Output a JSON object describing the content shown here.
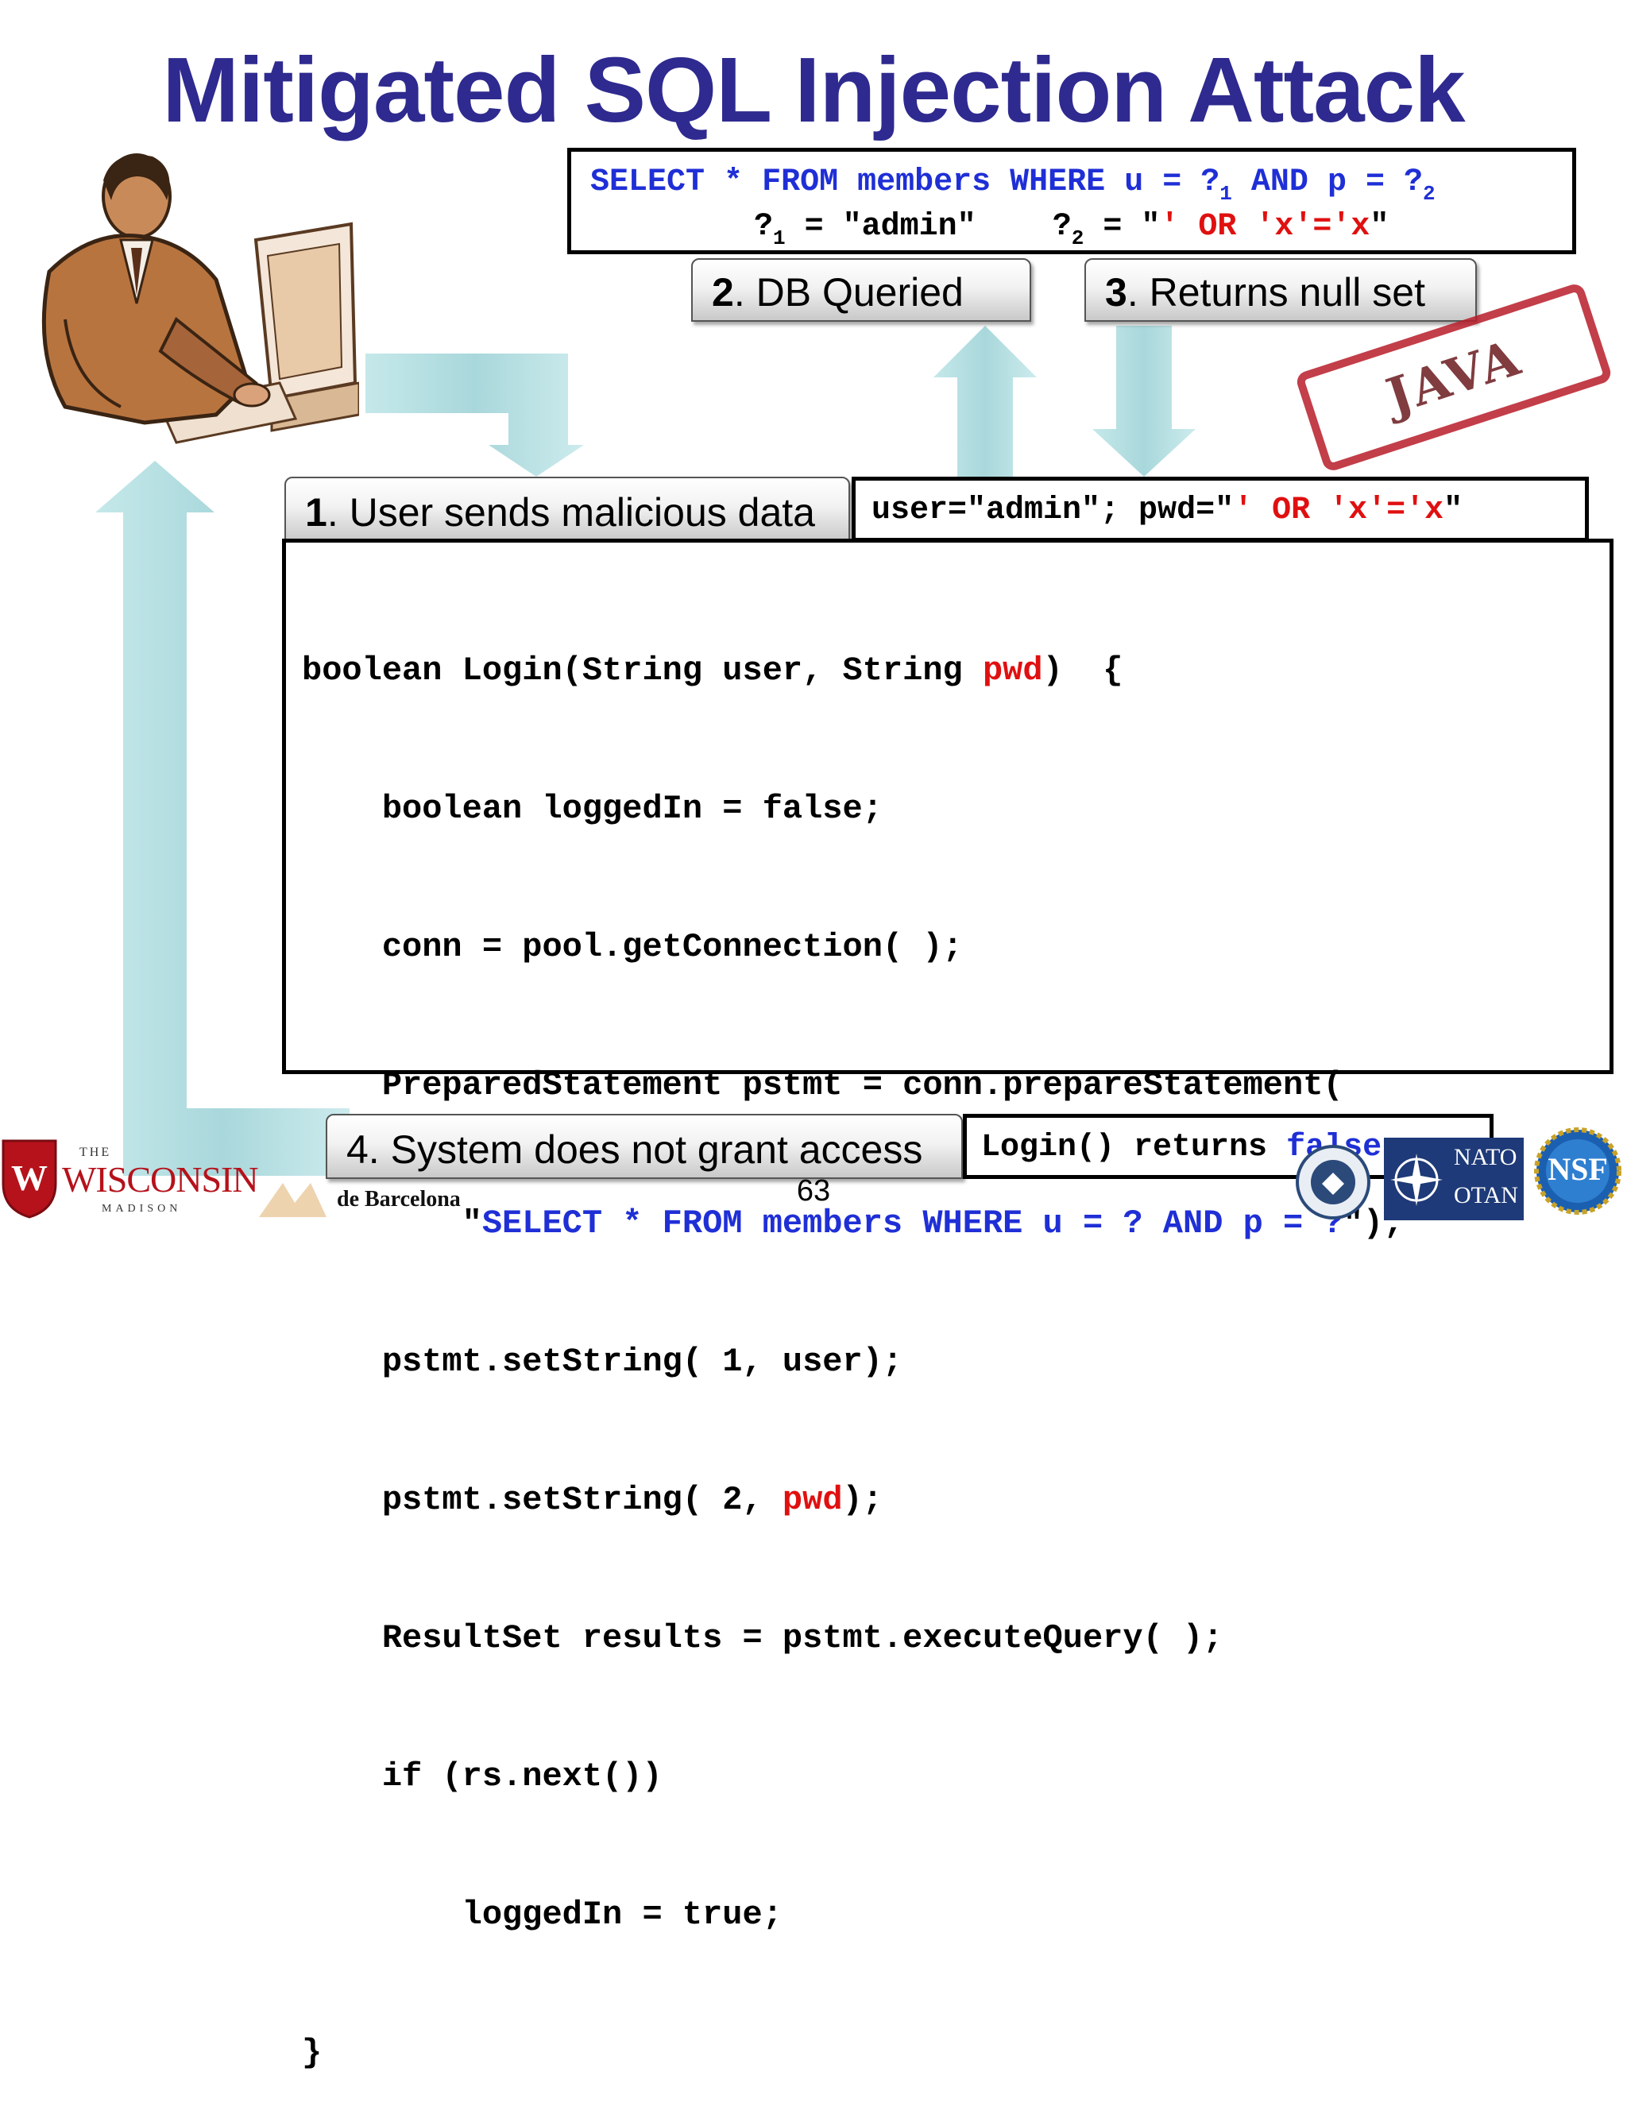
{
  "slide": {
    "title": "Mitigated SQL Injection Attack",
    "page_number": "63"
  },
  "query_box": {
    "line1": {
      "kw_select": "SELECT",
      "star": "*",
      "kw_from": "FROM",
      "table": "members",
      "kw_where": "WHERE",
      "col_u": "u",
      "eq1": "=",
      "ph1": "?",
      "ph1_sub": "1",
      "kw_and": "AND",
      "col_p": "p",
      "eq2": "=",
      "ph2": "?",
      "ph2_sub": "2"
    },
    "line2": {
      "ph1": "?",
      "ph1_sub": "1",
      "assign1": " = \"admin\"",
      "ph2": "?",
      "ph2_sub": "2",
      "assign2": " = \"",
      "injected": "' OR 'x'='x",
      "close_quote": "\""
    }
  },
  "steps": {
    "step1": {
      "num": "1",
      "text": ". User sends malicious data"
    },
    "step2": {
      "num": "2",
      "text": ". DB Queried"
    },
    "step3": {
      "num": "3",
      "text": ". Returns null set"
    },
    "step4": {
      "text": "4. System does not grant access"
    }
  },
  "input_box": {
    "prefix": "user=\"admin\"; pwd=\"",
    "injected": "' OR 'x'='x",
    "suffix": "\""
  },
  "result_box": {
    "prefix": "Login() returns ",
    "value": "false"
  },
  "code": {
    "l1a": "boolean Login(String user, String ",
    "l1b": "pwd",
    "l1c": ")  {",
    "l2": "    boolean loggedIn = false;",
    "l3": "    conn = pool.getConnection( );",
    "l4": "    PreparedStatement pstmt = conn.prepareStatement(",
    "l5a": "        \"",
    "l5b": "SELECT * FROM members WHERE u = ? AND p = ?",
    "l5c": "\");",
    "l6": "    pstmt.setString( 1, user);",
    "l7a": "    pstmt.setString( 2, ",
    "l7b": "pwd",
    "l7c": ");",
    "l8": "    ResultSet results = pstmt.executeQuery( );",
    "l9": "    if (rs.next())",
    "l10": "        loggedIn = true;",
    "l11": "}"
  },
  "stamp": {
    "text": "JAVA"
  },
  "logos": {
    "wisconsin_the": "THE",
    "wisconsin_name": "WISCONSIN",
    "wisconsin_madison": "MADISON",
    "barcelona": "de Barcelona",
    "nato": "NATO",
    "otan": "OTAN",
    "nsf": "NSF"
  },
  "colors": {
    "title": "#2e2a8f",
    "sql_keyword": "#1f2fd6",
    "injected": "#e01010",
    "arrow": "#a9d8dc",
    "stamp": "#b81d2a"
  },
  "icons": {
    "user": "person-at-computer-icon",
    "arrows": "flow-arrow-icon"
  }
}
